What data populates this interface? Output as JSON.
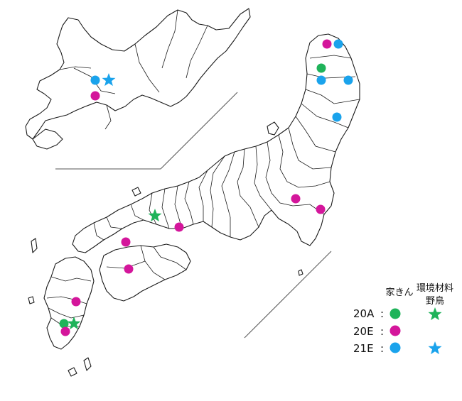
{
  "legend": {
    "header_domestic": "家きん",
    "header_wild_line1": "環境材料",
    "header_wild_line2": "野鳥",
    "rows": [
      {
        "code": "20A",
        "colon": ":",
        "color": "#1fb35a"
      },
      {
        "code": "20E",
        "colon": ":",
        "color": "#d4169b"
      },
      {
        "code": "21E",
        "colon": ":",
        "color": "#1aa3ec"
      }
    ]
  },
  "colors": {
    "20A": "#1fb35a",
    "20E": "#d4169b",
    "21E": "#1aa3ec"
  },
  "markers": [
    {
      "region": "aomori-west",
      "strain": "20E",
      "type": "domestic"
    },
    {
      "region": "aomori-east",
      "strain": "21E",
      "type": "domestic"
    },
    {
      "region": "akita-north",
      "strain": "20A",
      "type": "domestic"
    },
    {
      "region": "akita",
      "strain": "21E",
      "type": "domestic"
    },
    {
      "region": "iwate",
      "strain": "21E",
      "type": "domestic"
    },
    {
      "region": "miyagi",
      "strain": "21E",
      "type": "domestic"
    },
    {
      "region": "hokkaido",
      "strain": "21E",
      "type": "domestic"
    },
    {
      "region": "hokkaido",
      "strain": "21E",
      "type": "wild"
    },
    {
      "region": "hokkaido-south",
      "strain": "20E",
      "type": "domestic"
    },
    {
      "region": "ibaraki-west",
      "strain": "20E",
      "type": "domestic"
    },
    {
      "region": "chiba",
      "strain": "20E",
      "type": "domestic"
    },
    {
      "region": "tottori",
      "strain": "20A",
      "type": "wild"
    },
    {
      "region": "okayama",
      "strain": "20E",
      "type": "domestic"
    },
    {
      "region": "hiroshima",
      "strain": "20E",
      "type": "domestic"
    },
    {
      "region": "kagawa",
      "strain": "20E",
      "type": "domestic"
    },
    {
      "region": "oita",
      "strain": "20E",
      "type": "domestic"
    },
    {
      "region": "kumamoto",
      "strain": "20A",
      "type": "domestic"
    },
    {
      "region": "kumamoto",
      "strain": "20A",
      "type": "wild"
    },
    {
      "region": "kagoshima",
      "strain": "20E",
      "type": "domestic"
    }
  ]
}
